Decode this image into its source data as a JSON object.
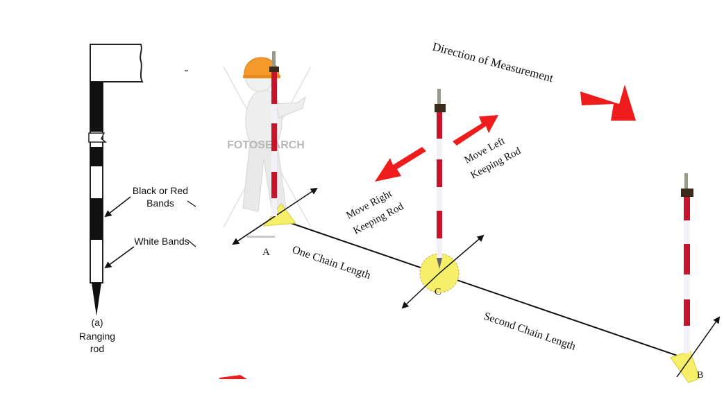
{
  "left_panel": {
    "label_bands_black_line1": "Black or Red",
    "label_bands_black_line2": "Bands",
    "label_bands_white": "White Bands",
    "caption_line1": "(a)",
    "caption_line2": "Ranging",
    "caption_line3": "rod"
  },
  "diagram": {
    "direction_label": "Direction of Measurement",
    "move_right_line1": "Move Right",
    "move_right_line2": "Keeping Rod",
    "move_left_line1": "Move Left",
    "move_left_line2": "Keeping Rod",
    "one_chain": "One Chain Length",
    "second_chain": "Second Chain Length",
    "point_a": "A",
    "point_b": "B",
    "point_c": "C",
    "watermark": "FOTOSEARCH"
  },
  "colors": {
    "arrow_red": "#ee1c1c",
    "rod_red": "#c8142a",
    "marker_yellow": "#f6ef6a"
  }
}
